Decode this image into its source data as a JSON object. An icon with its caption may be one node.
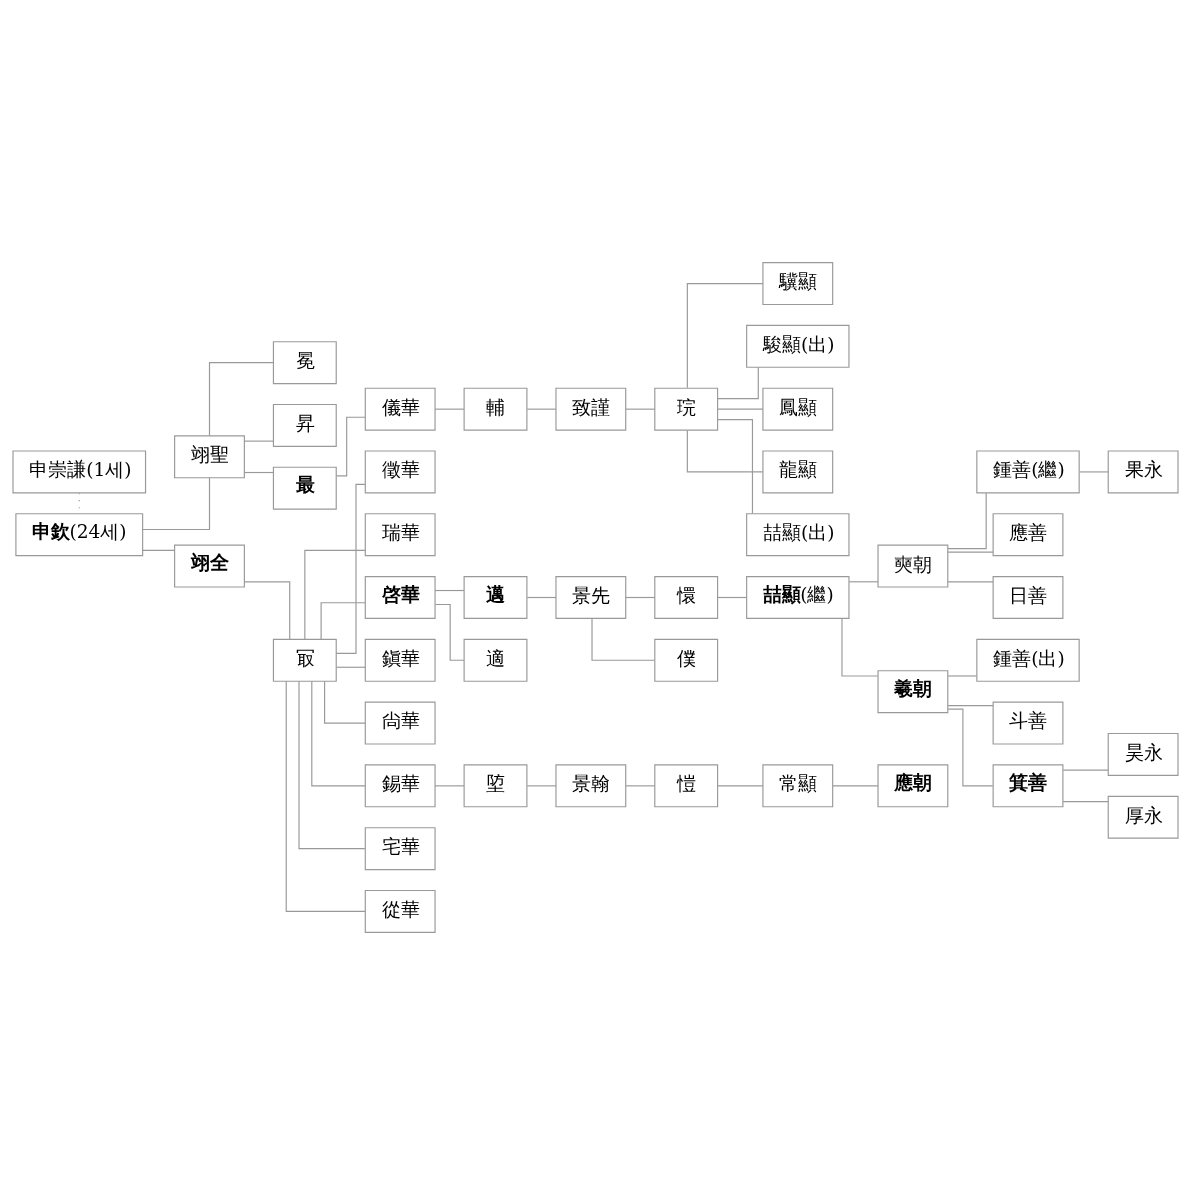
{
  "diagram": {
    "nodes": [
      {
        "text": [
          "申崇謙(1세)"
        ]
      },
      {
        "text": [
          "**申欽**(24세)"
        ]
      },
      {
        "text": [
          "翊聖"
        ]
      },
      {
        "text": [
          "冕"
        ]
      },
      {
        "text": [
          "昇"
        ]
      },
      {
        "text": [
          "最"
        ]
      },
      {
        "text": [
          "儀華"
        ]
      },
      {
        "text": [
          "輔"
        ]
      },
      {
        "text": [
          "致謹"
        ]
      },
      {
        "text": [
          "琓"
        ]
      },
      {
        "text": [
          "驥顯"
        ]
      },
      {
        "text": [
          "駿顯(出)"
        ]
      },
      {
        "text": [
          "鳳顯"
        ]
      },
      {
        "text": [
          "龍顯"
        ]
      },
      {
        "text": [
          "喆顯(出)"
        ]
      },
      {
        "text": [
          "翊全"
        ]
      },
      {
        "text": [
          "冣"
        ]
      },
      {
        "text": [
          "徵華"
        ]
      },
      {
        "text": [
          "瑞華"
        ]
      },
      {
        "text": [
          "啓華"
        ]
      },
      {
        "text": [
          "邁"
        ]
      },
      {
        "text": [
          "景先"
        ]
      },
      {
        "text": [
          "懁"
        ]
      },
      {
        "text": [
          "**喆顯**(繼)"
        ]
      },
      {
        "text": [
          "奭朝"
        ]
      },
      {
        "text": [
          "鍾善(繼)"
        ]
      },
      {
        "text": [
          "果永"
        ]
      },
      {
        "text": [
          "應善"
        ]
      },
      {
        "text": [
          "日善"
        ]
      },
      {
        "text": [
          "羲朝"
        ]
      },
      {
        "text": [
          "鍾善(出)"
        ]
      },
      {
        "text": [
          "斗善"
        ]
      },
      {
        "text": [
          "箕善"
        ]
      },
      {
        "text": [
          "昊永"
        ]
      },
      {
        "text": [
          "厚永"
        ]
      },
      {
        "text": [
          "僕"
        ]
      },
      {
        "text": [
          "適"
        ]
      },
      {
        "text": [
          "鎭華"
        ]
      },
      {
        "text": [
          "尙華"
        ]
      },
      {
        "text": [
          "錫華"
        ]
      },
      {
        "text": [
          "埅"
        ]
      },
      {
        "text": [
          "景翰"
        ]
      },
      {
        "text": [
          "愷"
        ]
      },
      {
        "text": [
          "常顯"
        ]
      },
      {
        "text": [
          "應朝"
        ]
      },
      {
        "text": [
          "宅華"
        ]
      },
      {
        "text": [
          "從華"
        ]
      }
    ],
    "edges": [
      {
        "from": 0,
        "to": 1,
        "arrow": "none",
        "style": "dashed"
      },
      {
        "from": 1,
        "to": 2,
        "arrow": "none"
      },
      {
        "from": 2,
        "to": 3,
        "arrow": "none"
      },
      {
        "from": 2,
        "to": 4,
        "arrow": "none"
      },
      {
        "from": 2,
        "to": 5,
        "arrow": "none"
      },
      {
        "from": 5,
        "to": 6,
        "arrow": "none"
      },
      {
        "from": 6,
        "to": 7,
        "arrow": "none"
      },
      {
        "from": 7,
        "to": 8,
        "arrow": "none"
      },
      {
        "from": 8,
        "to": 9,
        "arrow": "none"
      },
      {
        "from": 9,
        "to": 10,
        "arrow": "none"
      },
      {
        "from": 9,
        "to": 11,
        "arrow": "none"
      },
      {
        "from": 9,
        "to": 12,
        "arrow": "none"
      },
      {
        "from": 9,
        "to": 13,
        "arrow": "none"
      },
      {
        "from": 9,
        "to": 14,
        "arrow": "none"
      },
      {
        "from": 1,
        "to": 15,
        "arrow": "none"
      },
      {
        "from": 15,
        "to": 16,
        "arrow": "none"
      },
      {
        "from": 16,
        "to": 17,
        "arrow": "none"
      },
      {
        "from": 16,
        "to": 18,
        "arrow": "none"
      },
      {
        "from": 16,
        "to": 19,
        "arrow": "none"
      },
      {
        "from": 19,
        "to": 20,
        "arrow": "none"
      },
      {
        "from": 20,
        "to": 21,
        "arrow": "none"
      },
      {
        "from": 21,
        "to": 22,
        "arrow": "none"
      },
      {
        "from": 22,
        "to": 23,
        "arrow": "none"
      },
      {
        "from": 23,
        "to": 24,
        "arrow": "none"
      },
      {
        "from": 24,
        "to": 25,
        "arrow": "none"
      },
      {
        "from": 25,
        "to": 26,
        "arrow": "none"
      },
      {
        "from": 24,
        "to": 27,
        "arrow": "none"
      },
      {
        "from": 24,
        "to": 28,
        "arrow": "none"
      },
      {
        "from": 23,
        "to": 29,
        "arrow": "none"
      },
      {
        "from": 29,
        "to": 30,
        "arrow": "none"
      },
      {
        "from": 29,
        "to": 31,
        "arrow": "none"
      },
      {
        "from": 29,
        "to": 32,
        "arrow": "none"
      },
      {
        "from": 32,
        "to": 33,
        "arrow": "none"
      },
      {
        "from": 32,
        "to": 34,
        "arrow": "none"
      },
      {
        "from": 21,
        "to": 35,
        "arrow": "none"
      },
      {
        "from": 19,
        "to": 36,
        "arrow": "none"
      },
      {
        "from": 16,
        "to": 37,
        "arrow": "none"
      },
      {
        "from": 16,
        "to": 38,
        "arrow": "none"
      },
      {
        "from": 16,
        "to": 39,
        "arrow": "none"
      },
      {
        "from": 39,
        "to": 40,
        "arrow": "none"
      },
      {
        "from": 40,
        "to": 41,
        "arrow": "none"
      },
      {
        "from": 41,
        "to": 42,
        "arrow": "none"
      },
      {
        "from": 42,
        "to": 43,
        "arrow": "none"
      },
      {
        "from": 43,
        "to": 44,
        "arrow": "none"
      },
      {
        "from": 16,
        "to": 45,
        "arrow": "none"
      },
      {
        "from": 16,
        "to": 46,
        "arrow": "none"
      }
    ]
  }
}
